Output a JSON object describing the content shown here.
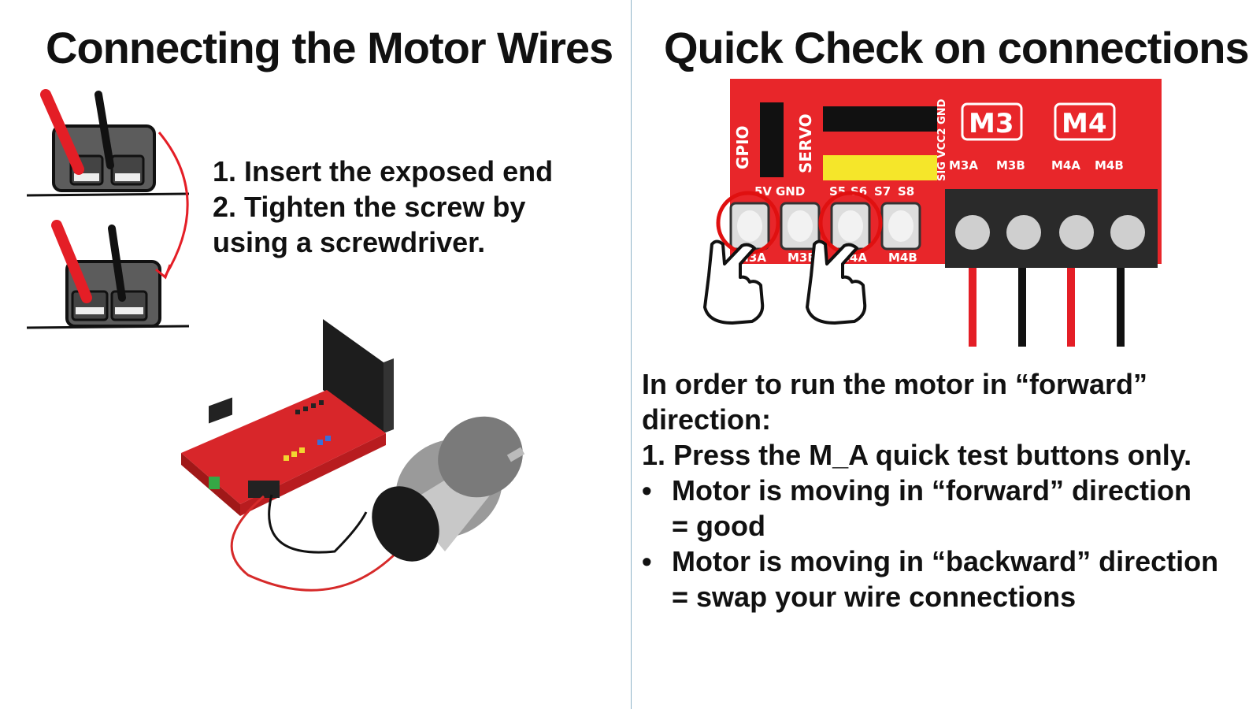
{
  "left": {
    "title": "Connecting the Motor Wires",
    "steps": [
      "1. Insert the exposed end",
      "2. Tighten the screw by",
      "using a screwdriver."
    ]
  },
  "right": {
    "title": "Quick Check on connections",
    "board": {
      "headers": [
        "GPIO",
        "SERVO",
        "SIG VCC2 GND"
      ],
      "pins_top": [
        "5V",
        "GND",
        "S5",
        "S6",
        "S7",
        "S8"
      ],
      "motor_labels": [
        "M3",
        "M4"
      ],
      "led_labels": [
        "M3A",
        "M3B",
        "M4A",
        "M4B"
      ],
      "button_labels": [
        "M3A",
        "M3B",
        "M4A",
        "M4B"
      ]
    },
    "instructions": {
      "intro_line1": "In order to run the motor in “forward”",
      "intro_line2": "direction:",
      "step1": "1. Press the M_A quick test buttons only.",
      "bullet1_line1": "Motor is moving in “forward” direction",
      "bullet1_line2": "= good",
      "bullet2_line1": "Motor is moving in “backward” direction",
      "bullet2_line2": "= swap your wire connections",
      "bullet_symbol": "•"
    }
  },
  "colors": {
    "board_red": "#e8262a",
    "wire_red": "#e41e26",
    "wire_black": "#111111",
    "highlight_circle": "#e01010",
    "divider": "#8fb3c8"
  }
}
